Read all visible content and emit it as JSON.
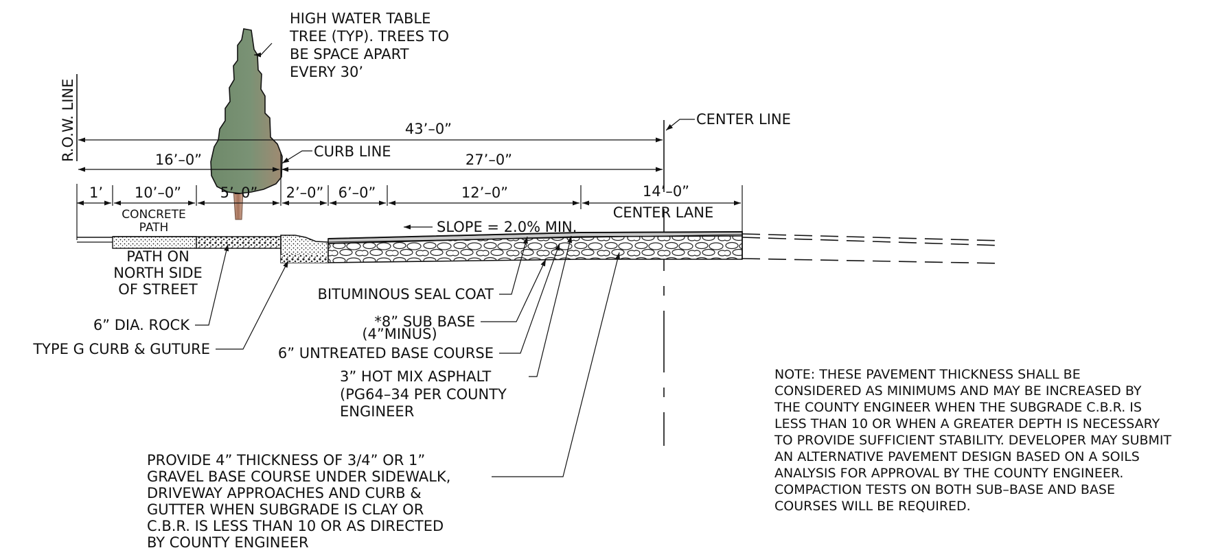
{
  "tree_callout": [
    "HIGH WATER TABLE",
    "TREE (TYP). TREES TO",
    "BE SPACE APART",
    "EVERY 30’"
  ],
  "row_line": "R.O.W. LINE",
  "center_line": "CENTER LINE",
  "curb_line": "CURB LINE",
  "dimensions": {
    "total": "43’–0”",
    "to_curb": "16’–0”",
    "curb_to_center": "27’–0”",
    "d_1": "1’",
    "d_10": "10’–0”",
    "d_5": "5’–0”",
    "d_2": "2’–0”",
    "d_6": "6’–0”",
    "d_12": "12’–0”",
    "d_14": "14’–0”"
  },
  "concrete_path": [
    "CONCRETE",
    "PATH"
  ],
  "center_lane": "CENTER LANE",
  "slope": "SLOPE = 2.0% MIN.",
  "path_north": [
    "PATH ON",
    "NORTH SIDE",
    "OF STREET"
  ],
  "rock": "6” DIA. ROCK",
  "curb_type": "TYPE G CURB & GUTURE",
  "seal_coat": "BITUMINOUS SEAL COAT",
  "sub_base": [
    "*8” SUB BASE",
    "(4”MINUS)"
  ],
  "base_course": "6” UNTREATED BASE COURSE",
  "asphalt": [
    "3” HOT MIX ASPHALT",
    "(PG64–34 PER COUNTY",
    "ENGINEER"
  ],
  "gravel": [
    "PROVIDE 4” THICKNESS OF 3/4” OR 1”",
    "GRAVEL BASE COURSE UNDER SIDEWALK,",
    "DRIVEWAY APPROACHES AND CURB &",
    "GUTTER WHEN SUBGRADE IS CLAY OR",
    "C.B.R. IS LESS THAN 10 OR AS DIRECTED",
    "BY COUNTY ENGINEER"
  ],
  "note": [
    "NOTE:  THESE PAVEMENT THICKNESS SHALL BE",
    "CONSIDERED AS MINIMUMS AND MAY BE INCREASED BY",
    "THE COUNTY ENGINEER WHEN THE SUBGRADE C.B.R. IS",
    "LESS THAN 10 OR WHEN A GREATER DEPTH IS NECESSARY",
    "TO PROVIDE SUFFICIENT STABILITY. DEVELOPER MAY SUBMIT",
    "AN ALTERNATIVE PAVEMENT DESIGN BASED ON A SOILS",
    "ANALYSIS FOR APPROVAL BY THE COUNTY ENGINEER.",
    "COMPACTION TESTS ON BOTH SUB–BASE AND BASE",
    "COURSES WILL BE REQUIRED."
  ]
}
